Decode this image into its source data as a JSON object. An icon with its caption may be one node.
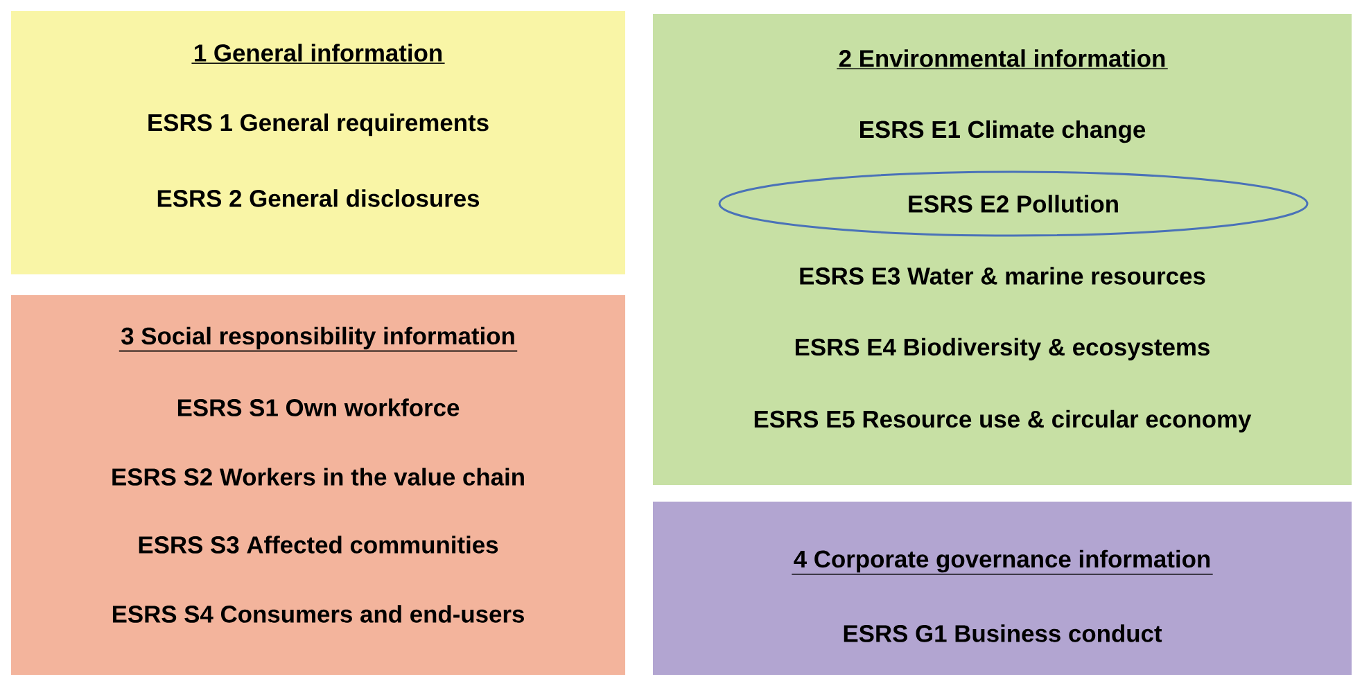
{
  "diagram": {
    "nodes": [
      {
        "text": [
          "1 General information",
          "ESRS 1 General requirements",
          "ESRS 2 General disclosures"
        ]
      },
      {
        "text": [
          "2 Environmental information",
          "ESRS E1 Climate change",
          "ESRS E3 Water & marine resources",
          "ESRS E4 Biodiversity & ecosystems",
          "ESRS E5 Resource use & circular economy"
        ]
      },
      {
        "text": [
          "ESRS E2 Pollution"
        ],
        "in": 1
      },
      {
        "text": [
          "3 Social responsibility information",
          "ESRS S1 Own workforce",
          "ESRS S2 Workers in the value chain",
          "ESRS S3 Affected communities",
          "ESRS S4 Consumers and end-users"
        ]
      },
      {
        "text": [
          "4 Corporate governance information",
          "ESRS G1 Business conduct"
        ]
      }
    ]
  }
}
